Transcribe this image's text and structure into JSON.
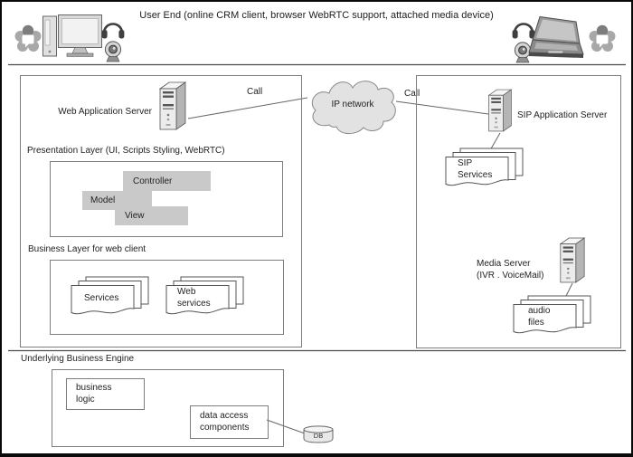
{
  "header": {
    "title": "User End (online CRM client, browser WebRTC support, attached media device)"
  },
  "network": {
    "cloud_label": "IP network",
    "call_left_label": "Call",
    "call_right_label": "Call"
  },
  "web_stack": {
    "server_label": "Web Application Server",
    "presentation_layer_title": "Presentation Layer (UI, Scripts Styling, WebRTC)",
    "mvc": {
      "controller_label": "Controller",
      "model_label": "Model",
      "view_label": "View"
    },
    "business_layer_title": "Business Layer for web client",
    "services_label": "Services",
    "web_services_line1": "Web",
    "web_services_line2": "services"
  },
  "sip_stack": {
    "server_label": "SIP Application Server",
    "sip_services_line1": "SIP",
    "sip_services_line2": "Services",
    "media_server_line1": "Media Server",
    "media_server_line2": "(IVR . VoiceMail)",
    "audio_files_line1": "audio",
    "audio_files_line2": "files"
  },
  "engine": {
    "title": "Underlying Business Engine",
    "business_logic_line1": "business",
    "business_logic_line2": "logic",
    "data_access_line1": "data access",
    "data_access_line2": "components",
    "db_label": "DB"
  },
  "icons": {
    "left_cluster": [
      "chat-flower-icon",
      "desktop-computer-icon",
      "headphones-icon",
      "webcam-icon"
    ],
    "right_cluster": [
      "headphones-icon",
      "webcam-icon",
      "laptop-icon",
      "chat-flower-icon"
    ],
    "servers": [
      "server-tower-icon"
    ],
    "storage": [
      "database-icon"
    ],
    "documents": [
      "document-stack-icon"
    ]
  },
  "colors": {
    "outer_border": "#0a0a0a",
    "box_border": "#7d7d7d",
    "mvc_fill": "#c9c9c9",
    "cloud_fill": "#e2e2e2",
    "connector": "#666666",
    "text": "#222222"
  }
}
